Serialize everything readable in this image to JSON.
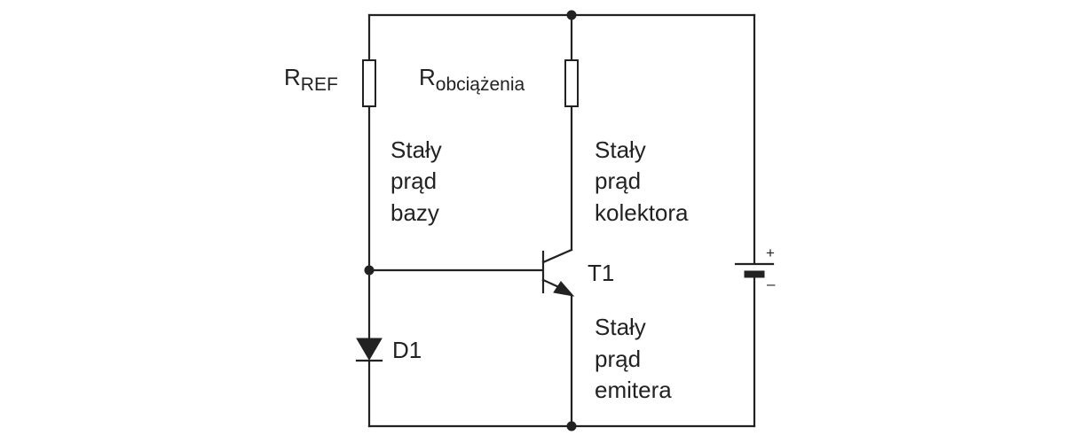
{
  "labels": {
    "r_ref_main": "R",
    "r_ref_sub": "REF",
    "r_load_main": "R",
    "r_load_sub": "obciążenia",
    "base_current": [
      "Stały",
      "prąd",
      "bazy"
    ],
    "collector_current": [
      "Stały",
      "prąd",
      "kolektora"
    ],
    "emitter_current": [
      "Stały",
      "prąd",
      "emitera"
    ],
    "transistor": "T1",
    "diode": "D1",
    "battery_plus": "+",
    "battery_minus": "–"
  },
  "colors": {
    "ink": "#222222",
    "background": "#ffffff"
  }
}
